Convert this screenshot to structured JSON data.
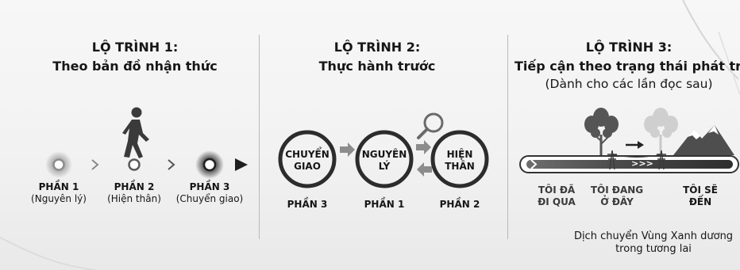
{
  "route1": {
    "title": "LỘ TRÌNH 1:",
    "subtitle": "Theo bản đồ nhận thức",
    "stages": [
      {
        "name": "PHẦN 1",
        "desc": "(Nguyên lý)"
      },
      {
        "name": "PHẦN 2",
        "desc": "(Hiện thân)"
      },
      {
        "name": "PHẦN 3",
        "desc": "(Chuyển giao)"
      }
    ],
    "icons": [
      "walking-person-icon",
      "arrow-right-icon"
    ]
  },
  "route2": {
    "title": "LỘ TRÌNH 2:",
    "subtitle": "Thực hành trước",
    "circles": [
      {
        "line1": "CHUYỂN",
        "line2": "GIAO",
        "part": "PHẦN 3"
      },
      {
        "line1": "NGUYÊN",
        "line2": "LÝ",
        "part": "PHẦN 1"
      },
      {
        "line1": "HIỆN",
        "line2": "THÂN",
        "part": "PHẦN 2"
      }
    ],
    "icons": [
      "magnifier-icon"
    ]
  },
  "route3": {
    "title": "LỘ TRÌNH 3:",
    "subtitle": "Tiếp cận theo trạng thái phát triển",
    "note": "(Dành cho các lần đọc sau)",
    "stops": [
      {
        "line1": "TÔI ĐÃ",
        "line2": "ĐI QUA"
      },
      {
        "line1": "TÔI ĐANG",
        "line2": "Ở ĐÂY"
      },
      {
        "line1": "TÔI SẼ",
        "line2": "ĐẾN"
      }
    ],
    "progress_marker": ">>>",
    "caption_line1": "Dịch chuyển Vùng Xanh dương",
    "caption_line2": "trong tương lai",
    "icons": [
      "tree-icon",
      "faded-tree-icon",
      "mountain-icon",
      "power-tower-icon"
    ]
  }
}
